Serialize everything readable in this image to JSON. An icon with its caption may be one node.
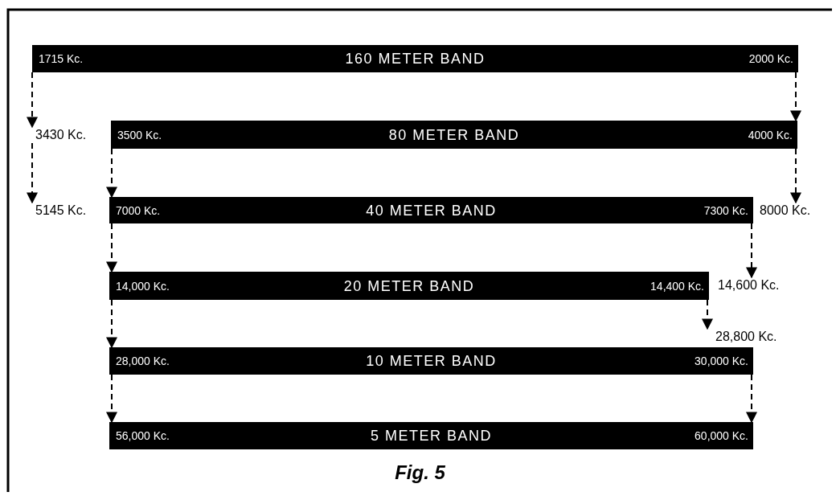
{
  "diagram": {
    "caption": "Fig. 5",
    "nodes": [
      {
        "text": [
          "1715 Kc.",
          "160 METER BAND",
          "2000 Kc."
        ]
      },
      {
        "text": [
          "3430 Kc."
        ]
      },
      {
        "text": [
          "3500 Kc.",
          "80 METER BAND",
          "4000 Kc."
        ]
      },
      {
        "text": [
          "5145 Kc."
        ]
      },
      {
        "text": [
          "7000 Kc.",
          "40 METER BAND",
          "7300 Kc."
        ]
      },
      {
        "text": [
          "8000 Kc."
        ]
      },
      {
        "text": [
          "14,000 Kc.",
          "20 METER BAND",
          "14,400 Kc."
        ]
      },
      {
        "text": [
          "14,600 Kc."
        ]
      },
      {
        "text": [
          "28,800 Kc."
        ]
      },
      {
        "text": [
          "28,000 Kc.",
          "10 METER BAND",
          "30,000 Kc."
        ]
      },
      {
        "text": [
          "56,000 Kc.",
          "5 METER BAND",
          "60,000 Kc."
        ]
      }
    ],
    "edges": [
      {
        "from": 0,
        "to": 1,
        "arrow": "to",
        "style": "dashed"
      },
      {
        "from": 1,
        "to": 3,
        "arrow": "to",
        "style": "dashed"
      },
      {
        "from": 0,
        "to": 2,
        "arrow": "to",
        "style": "dashed"
      },
      {
        "from": 2,
        "to": 5,
        "arrow": "to",
        "style": "dashed"
      },
      {
        "from": 2,
        "to": 4,
        "arrow": "to",
        "style": "dashed"
      },
      {
        "from": 4,
        "to": 6,
        "arrow": "to",
        "style": "dashed"
      },
      {
        "from": 4,
        "to": 7,
        "arrow": "to",
        "style": "dashed"
      },
      {
        "from": 6,
        "to": 9,
        "arrow": "to",
        "style": "dashed"
      },
      {
        "from": 6,
        "to": 8,
        "arrow": "to",
        "style": "dashed"
      },
      {
        "from": 9,
        "to": 10,
        "arrow": "to",
        "style": "dashed"
      },
      {
        "from": 9,
        "to": 10,
        "arrow": "to",
        "style": "dashed"
      }
    ]
  }
}
